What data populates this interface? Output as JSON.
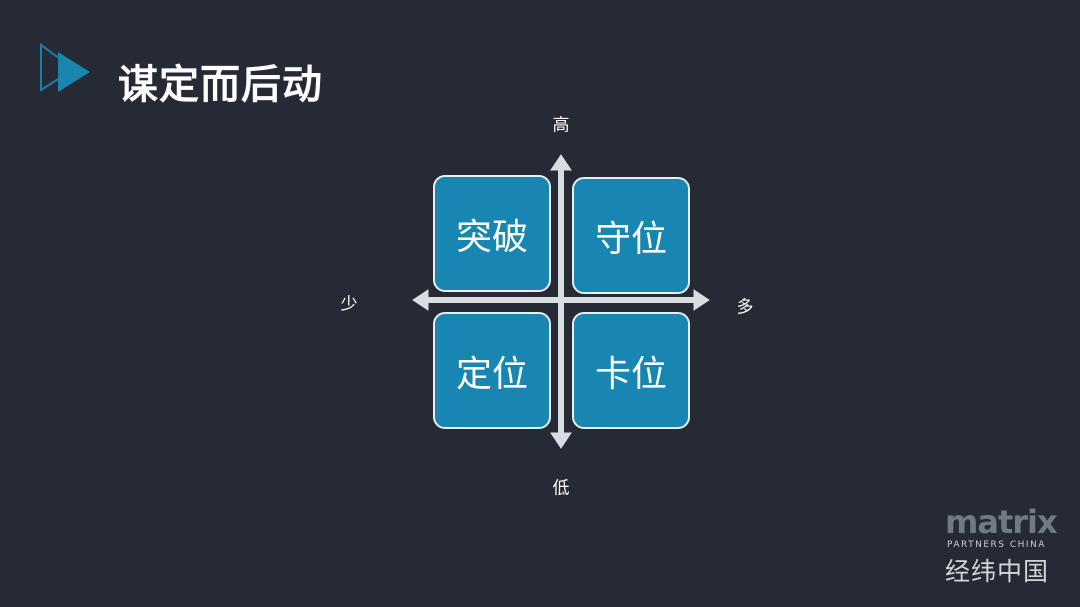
{
  "slide": {
    "title": "谋定而后动"
  },
  "matrix": {
    "axis_labels": {
      "top": "高",
      "bottom": "低",
      "left": "少",
      "right": "多"
    },
    "quadrants": {
      "top_left": "突破",
      "top_right": "守位",
      "bottom_left": "定位",
      "bottom_right": "卡位"
    },
    "colors": {
      "box": "#1786b0",
      "axis": "#d8dde2",
      "background": "#252a35"
    }
  },
  "logo": {
    "name": "matrix",
    "subtitle": "PARTNERS CHINA",
    "chinese": "经纬中国"
  }
}
